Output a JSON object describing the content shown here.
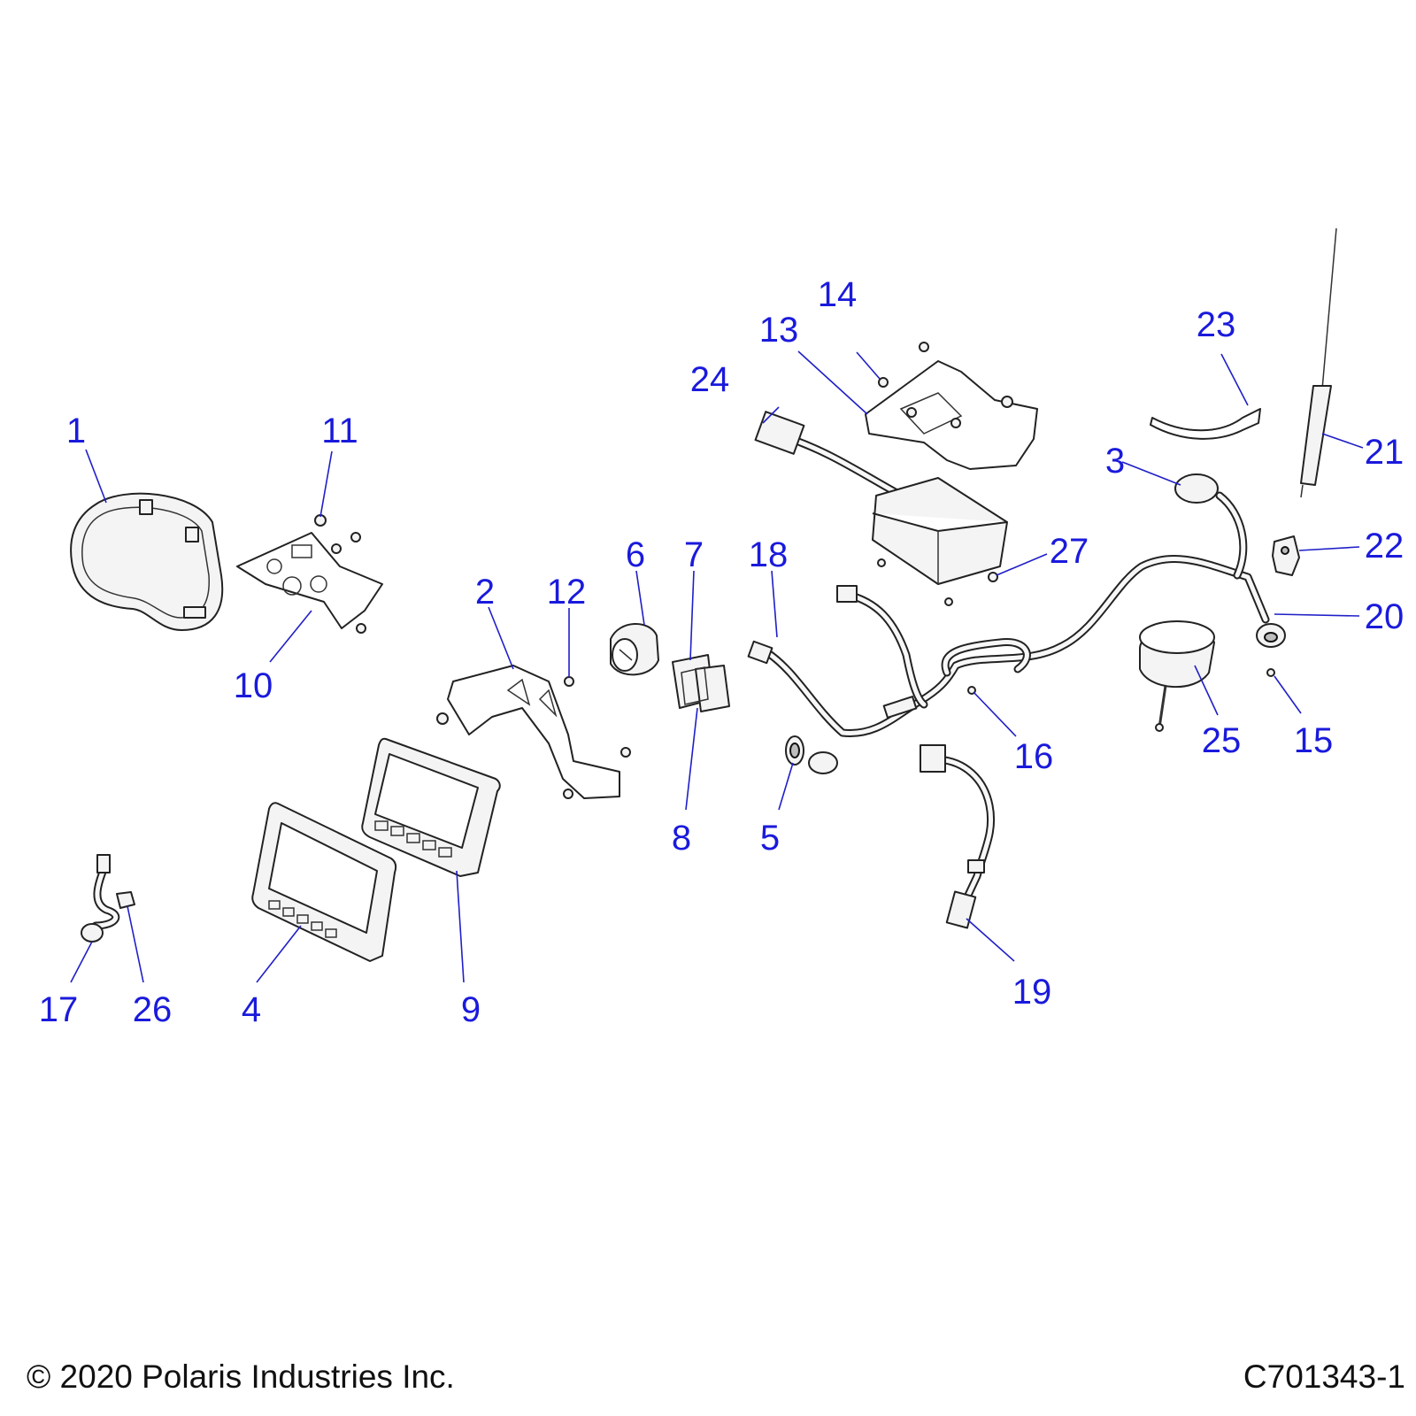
{
  "callouts": {
    "c1": "1",
    "c2": "2",
    "c3": "3",
    "c4": "4",
    "c5": "5",
    "c6": "6",
    "c7": "7",
    "c8": "8",
    "c9": "9",
    "c10": "10",
    "c11": "11",
    "c12": "12",
    "c13": "13",
    "c14": "14",
    "c15": "15",
    "c16": "16",
    "c17": "17",
    "c18": "18",
    "c19": "19",
    "c20": "20",
    "c21": "21",
    "c22": "22",
    "c23": "23",
    "c24": "24",
    "c25": "25",
    "c26": "26",
    "c27": "27"
  },
  "footer": {
    "copyright": "© 2020 Polaris Industries Inc.",
    "drawing_number": "C701343-1"
  },
  "colors": {
    "callout": "#1a1adc",
    "line_art": "#222222"
  }
}
